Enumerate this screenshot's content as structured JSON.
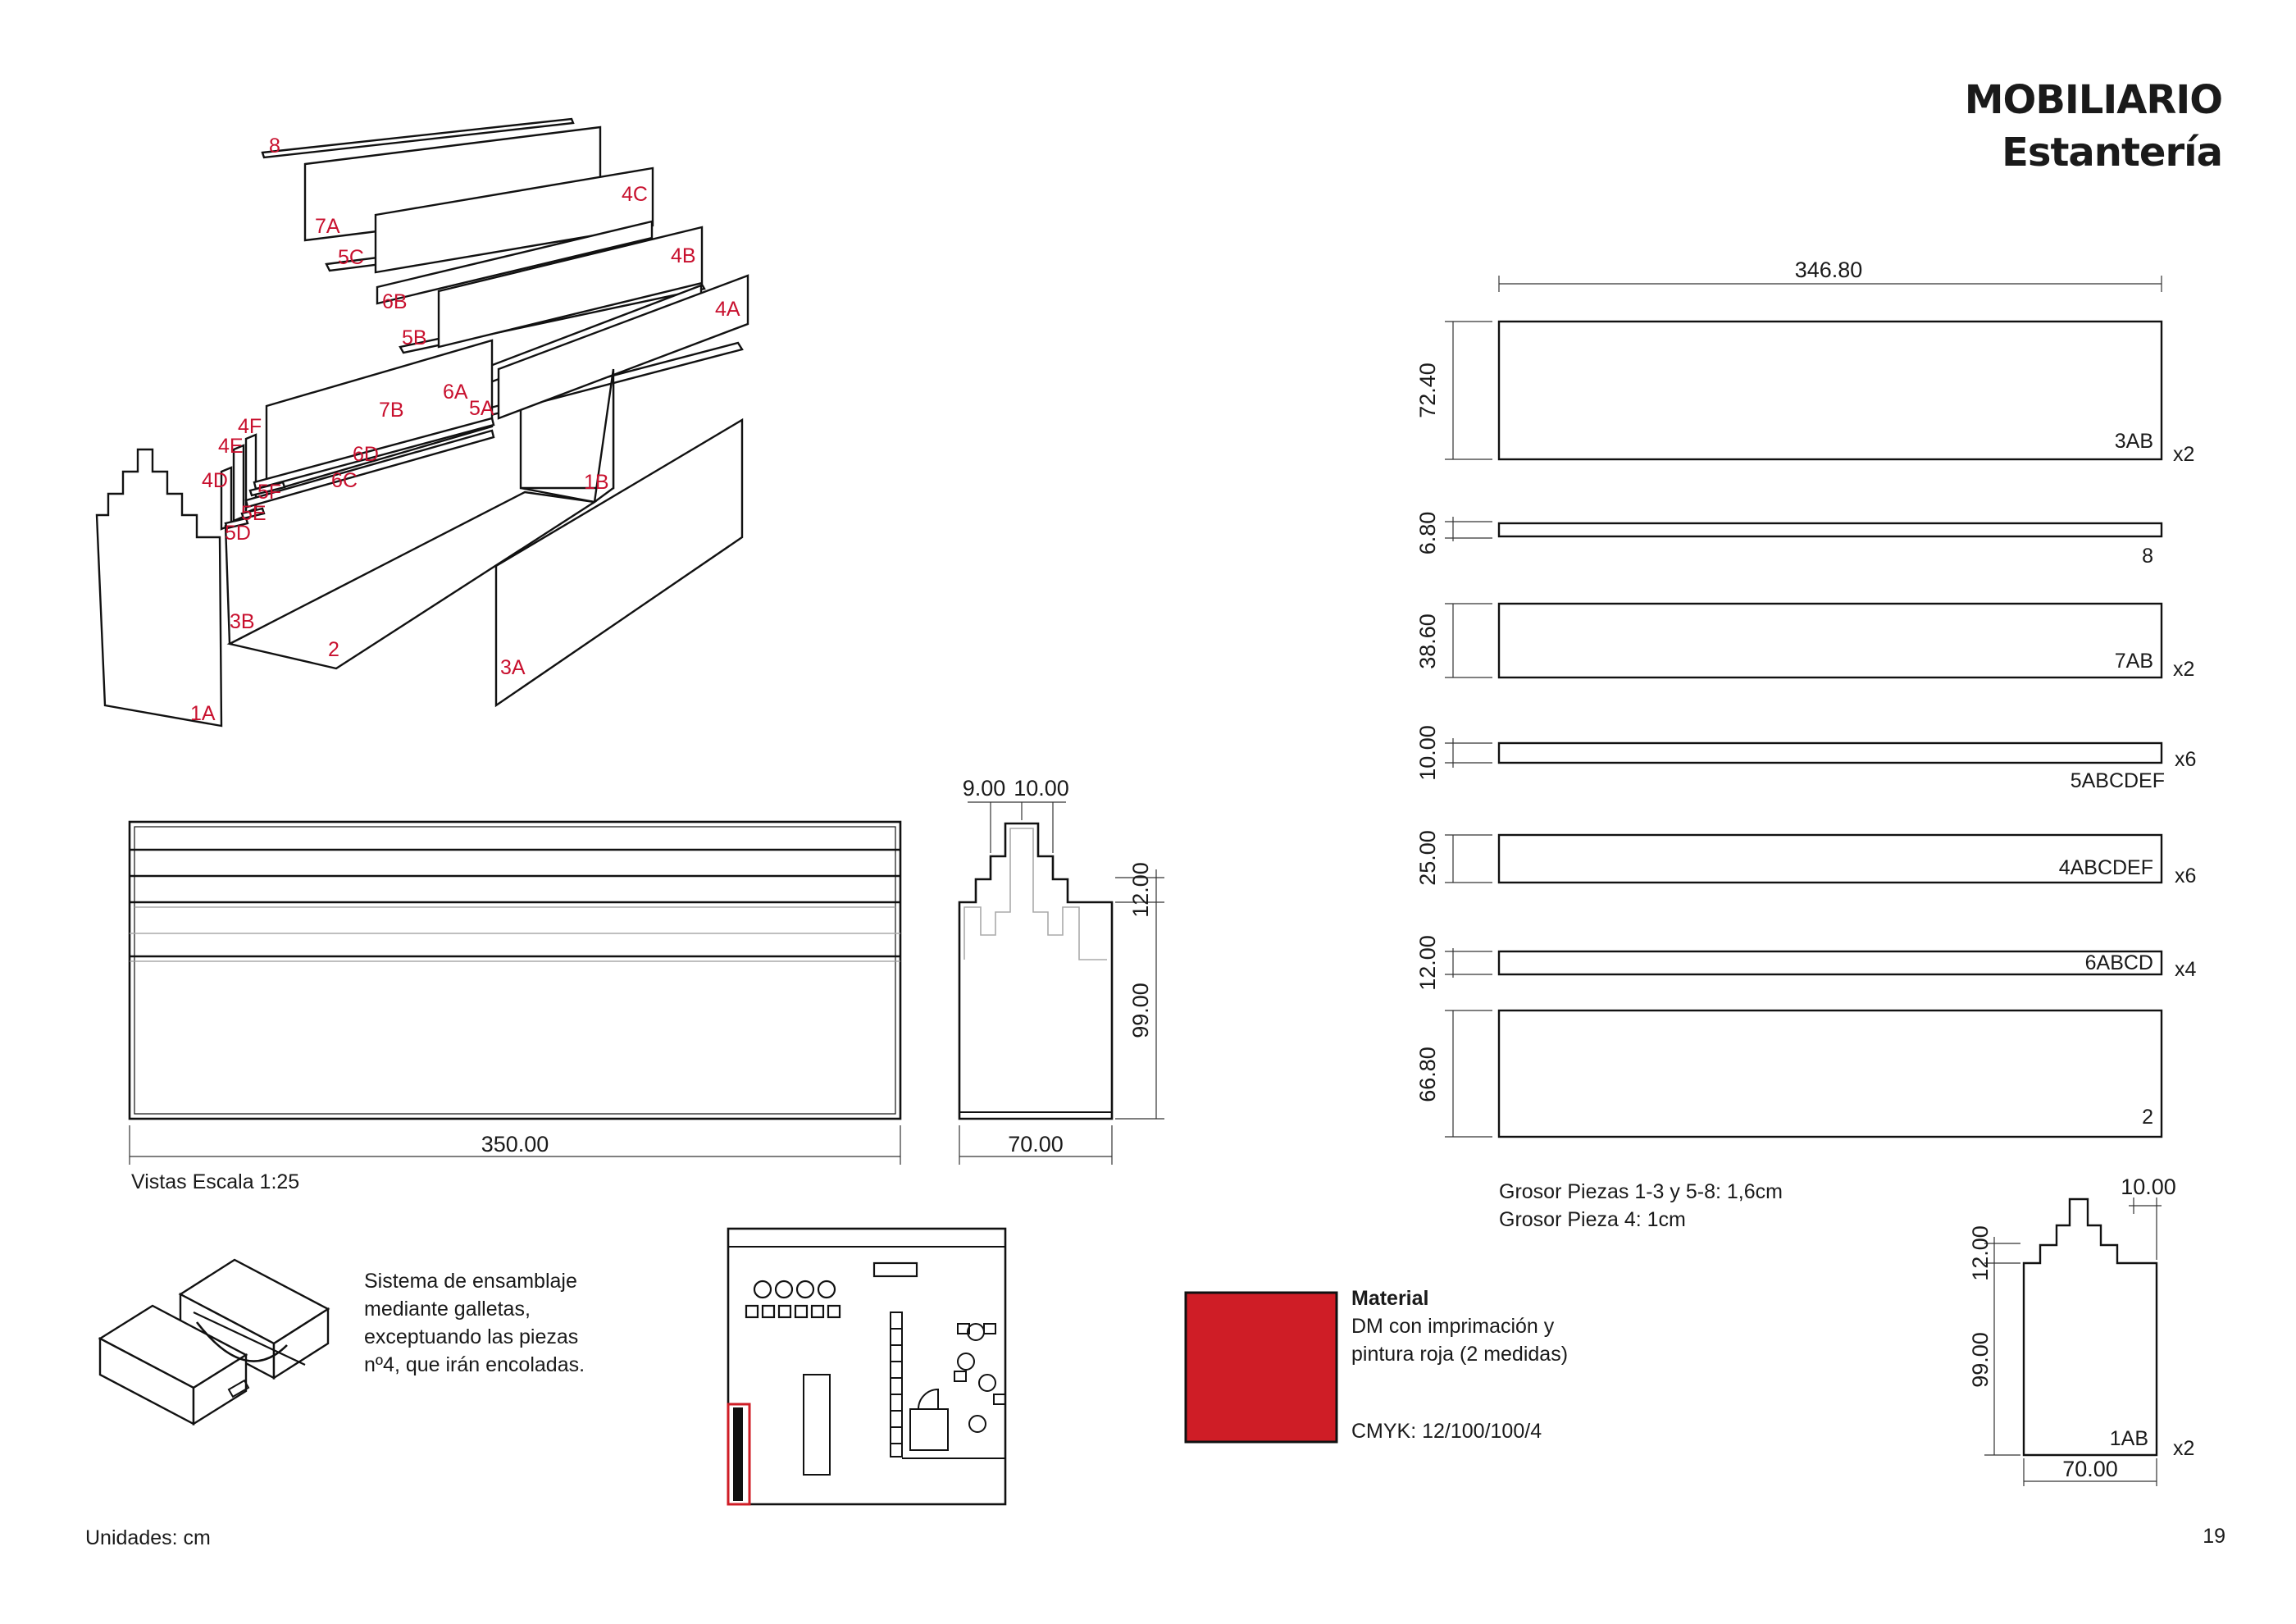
{
  "header": {
    "title_line1": "MOBILIARIO",
    "title_line2": "Estantería"
  },
  "exploded_view": {
    "labels": [
      "8",
      "7A",
      "4C",
      "5C",
      "4B",
      "6B",
      "4A",
      "5B",
      "6A",
      "5A",
      "7B",
      "4F",
      "4E",
      "6D",
      "4D",
      "5F",
      "6C",
      "5E",
      "1B",
      "5D",
      "3B",
      "2",
      "3A",
      "1A"
    ]
  },
  "views": {
    "caption": "Vistas Escala 1:25",
    "front_width": "350.00",
    "side_width": "70.00",
    "side_step_a": "9.00",
    "side_step_b": "10.00",
    "side_step_h": "12.00",
    "side_height": "99.00"
  },
  "assembly": {
    "text": "Sistema de ensamblaje mediante galletas, exceptuando las piezas nº4, que irán encoladas."
  },
  "material": {
    "heading": "Material",
    "description": "DM con imprimación y pintura roja (2 medidas)",
    "cmyk": "CMYK: 12/100/100/4",
    "swatch_color": "#cf1d26"
  },
  "pieces": {
    "overall_width": "346.80",
    "items": [
      {
        "height": "72.40",
        "label": "3AB",
        "qty": "x2"
      },
      {
        "height": "6.80",
        "label": "8",
        "qty": ""
      },
      {
        "height": "38.60",
        "label": "7AB",
        "qty": "x2"
      },
      {
        "height": "10.00",
        "label": "5ABCDEF",
        "qty": "x6"
      },
      {
        "height": "25.00",
        "label": "4ABCDEF",
        "qty": "x6"
      },
      {
        "height": "12.00",
        "label": "6ABCD",
        "qty": "x4"
      },
      {
        "height": "66.80",
        "label": "2",
        "qty": ""
      }
    ],
    "thickness_1": "Grosor Piezas 1-3 y 5-8: 1,6cm",
    "thickness_2": "Grosor Pieza 4: 1cm"
  },
  "piece_1": {
    "step_w": "10.00",
    "step_h": "12.00",
    "height": "99.00",
    "width": "70.00",
    "label": "1AB",
    "qty": "x2"
  },
  "footer": {
    "units": "Unidades: cm",
    "page_number": "19"
  }
}
